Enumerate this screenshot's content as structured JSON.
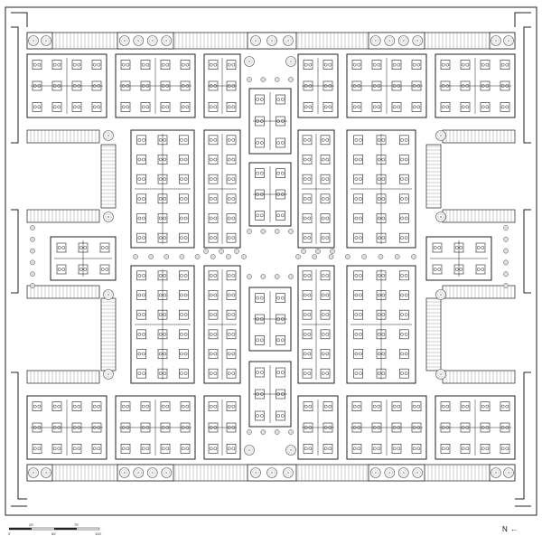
{
  "north": {
    "label": "N",
    "arrow": "arrow-left-icon"
  },
  "scale": {
    "ticks": [
      "0'",
      "25'",
      "50'",
      "75'",
      "100'"
    ]
  },
  "colors": {
    "line": "#222222",
    "fill": "#ffffff",
    "tree_fill": "#f6f6f6",
    "gray": "#888888"
  }
}
